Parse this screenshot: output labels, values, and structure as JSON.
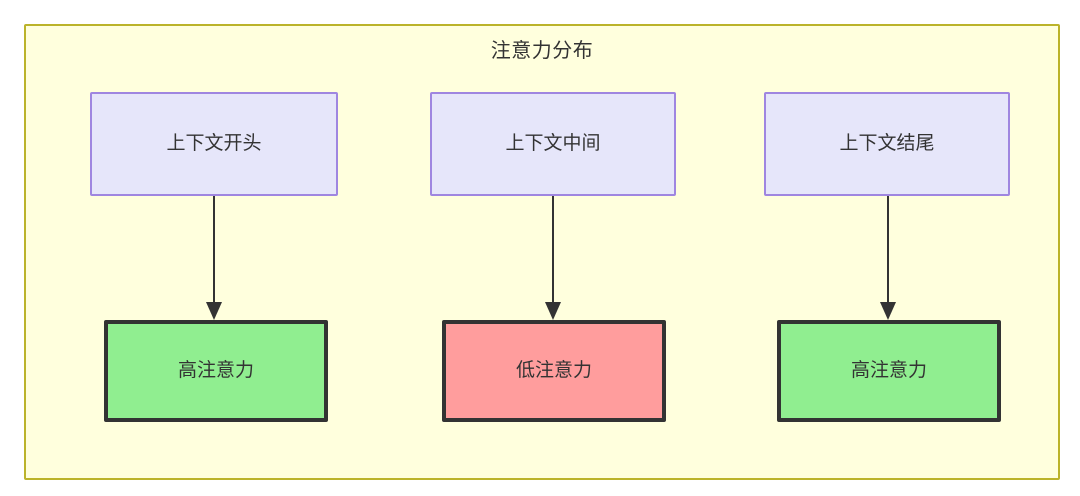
{
  "diagram": {
    "title": "注意力分布",
    "colors": {
      "container_fill": "#ffffdd",
      "container_border": "#bbb32a",
      "top_node_fill": "#e6e6fa",
      "top_node_border": "#9f86e0",
      "high_attention_fill": "#90ee90",
      "low_attention_fill": "#ff9d9d",
      "node_border_dark": "#333333",
      "text": "#333333",
      "edge": "#333333"
    },
    "top_nodes": [
      {
        "id": "context-start",
        "label": "上下文开头"
      },
      {
        "id": "context-middle",
        "label": "上下文中间"
      },
      {
        "id": "context-end",
        "label": "上下文结尾"
      }
    ],
    "bottom_nodes": [
      {
        "id": "high-attention-left",
        "label": "高注意力",
        "level": "high"
      },
      {
        "id": "low-attention-middle",
        "label": "低注意力",
        "level": "low"
      },
      {
        "id": "high-attention-right",
        "label": "高注意力",
        "level": "high"
      }
    ],
    "edges": [
      {
        "from": "上下文开头",
        "to": "高注意力"
      },
      {
        "from": "上下文中间",
        "to": "低注意力"
      },
      {
        "from": "上下文结尾",
        "to": "高注意力"
      }
    ]
  }
}
